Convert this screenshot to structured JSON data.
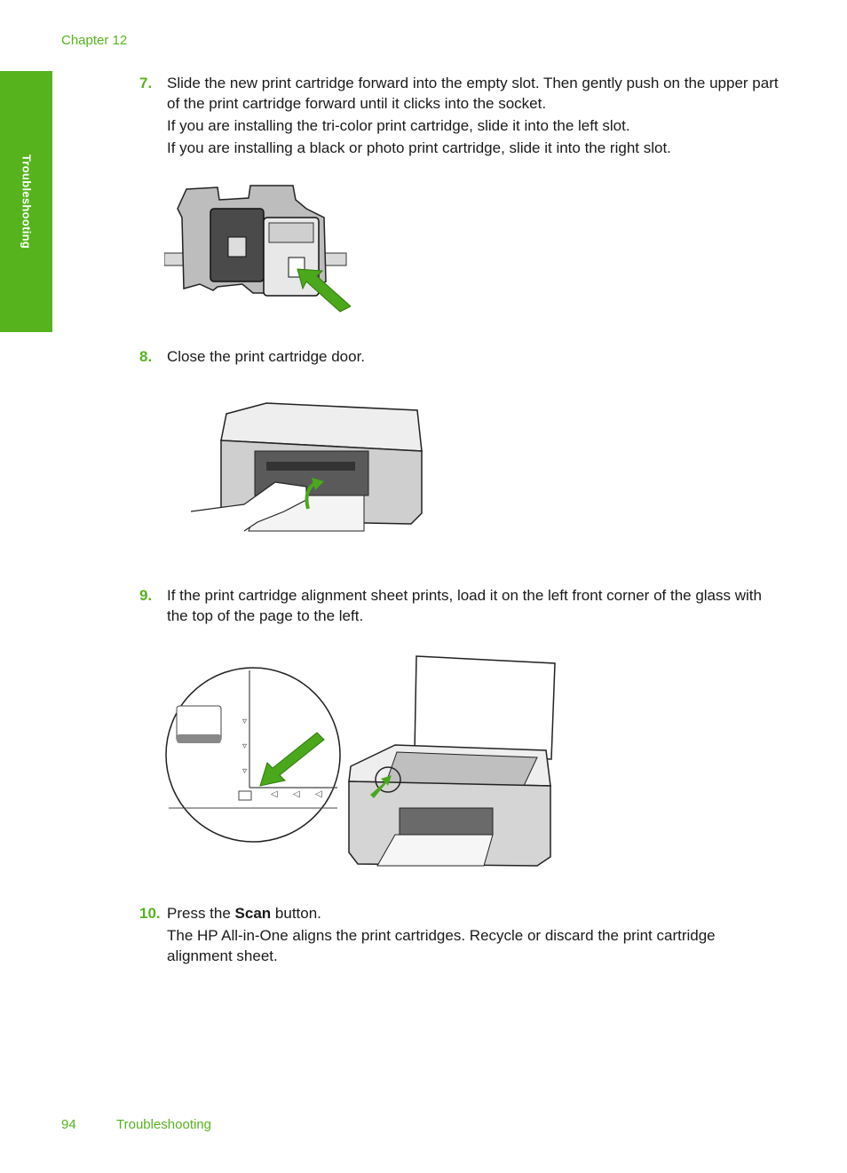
{
  "header": {
    "chapter": "Chapter 12"
  },
  "side_tab": {
    "label": "Troubleshooting"
  },
  "steps": [
    {
      "number": "7.",
      "paragraphs": [
        "Slide the new print cartridge forward into the empty slot. Then gently push on the upper part of the print cartridge forward until it clicks into the socket.",
        "If you are installing the tri-color print cartridge, slide it into the left slot.",
        "If you are installing a black or photo print cartridge, slide it into the right slot."
      ]
    },
    {
      "number": "8.",
      "paragraphs": [
        "Close the print cartridge door."
      ]
    },
    {
      "number": "9.",
      "paragraphs": [
        "If the print cartridge alignment sheet prints, load it on the left front corner of the glass with the top of the page to the left."
      ]
    },
    {
      "number": "10.",
      "line1_prefix": "Press the ",
      "line1_bold": "Scan",
      "line1_suffix": " button.",
      "paragraphs": [
        "The HP All-in-One aligns the print cartridges. Recycle or discard the print cartridge alignment sheet."
      ]
    }
  ],
  "footer": {
    "page_number": "94",
    "section": "Troubleshooting"
  },
  "colors": {
    "accent": "#56b31e",
    "arrow": "#4aa81a"
  }
}
